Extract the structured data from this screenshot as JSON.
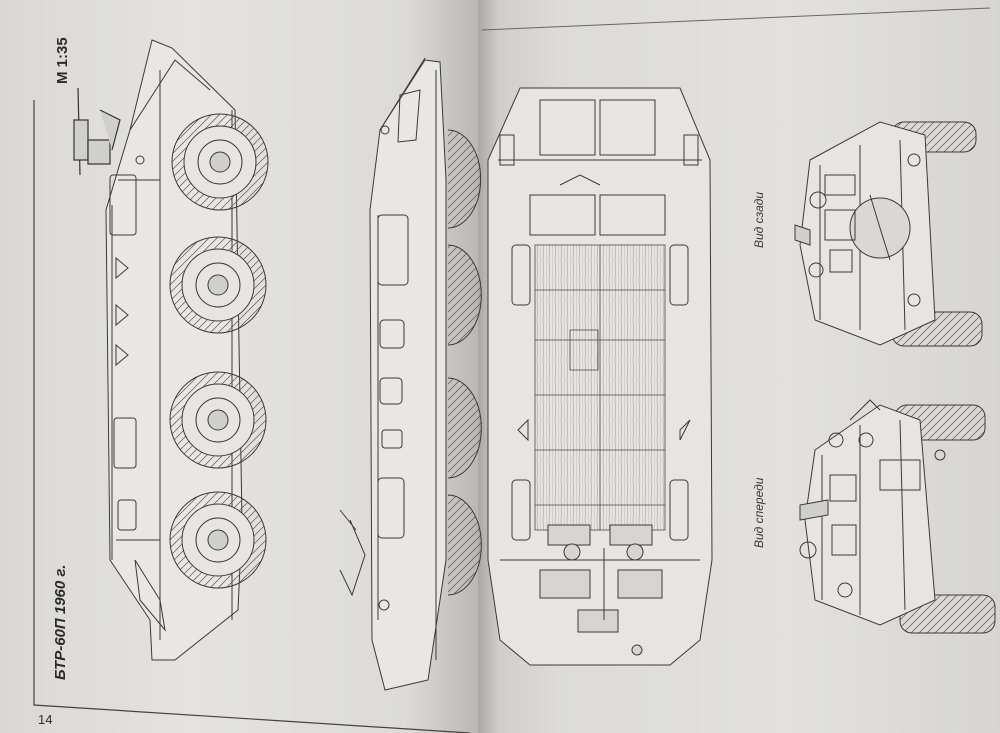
{
  "page": {
    "scale_label": "М 1:35",
    "caption": "БТР-60П 1960 г.",
    "page_number": "14"
  },
  "views": {
    "rear": "Вид сзади",
    "front": "Вид спереди"
  }
}
